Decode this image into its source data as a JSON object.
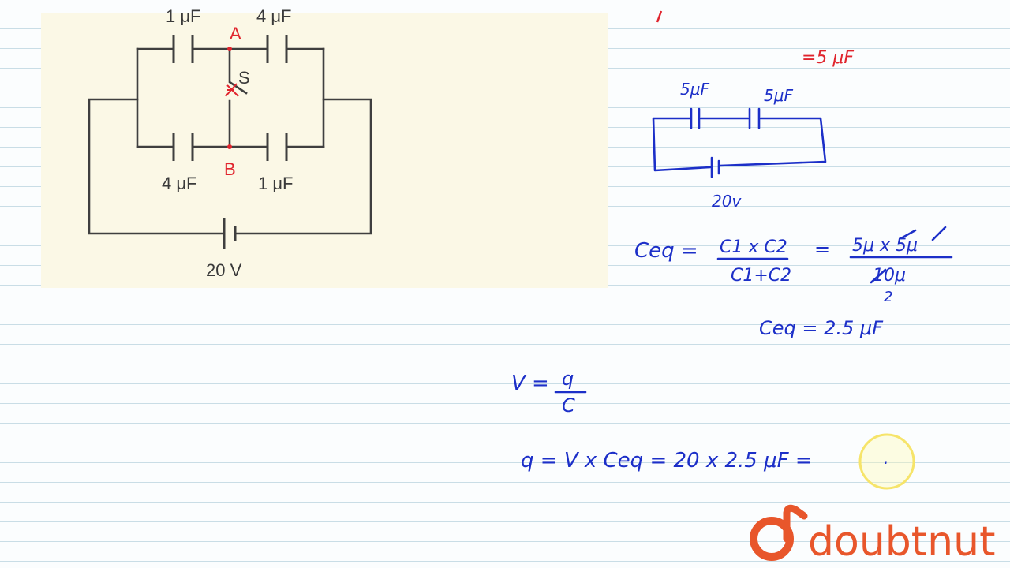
{
  "circuit": {
    "cap_top_left": "1 μF",
    "cap_top_right": "4 μF",
    "cap_bottom_left": "4 μF",
    "cap_bottom_right": "1 μF",
    "battery": "20 V",
    "node_a": "A",
    "node_b": "B",
    "switch": "S"
  },
  "notes": {
    "top_result": "=5 μF",
    "eq_cap_left": "5μF",
    "eq_cap_right": "5μF",
    "eq_battery": "20v",
    "ceq_lhs": "Ceq =",
    "ceq_num": "C1 x C2",
    "ceq_den": "C1+C2",
    "ceq_eq2": "=",
    "ceq_num2": "5μ x 5μ",
    "ceq_den2": "10μ",
    "ceq_den2_sub": "2",
    "ceq_result": "Ceq = 2.5 μF",
    "v_lhs": "V =",
    "v_num": "q",
    "v_den": "C",
    "q_line": "q = V x Ceq = 20 x 2.5 μF =",
    "q_dot": "."
  },
  "brand": {
    "logo_text": "doubtnut",
    "logo_color": "#e8562b"
  },
  "colors": {
    "ink_blue": "#1c2fc8",
    "ink_red": "#e0242d"
  }
}
